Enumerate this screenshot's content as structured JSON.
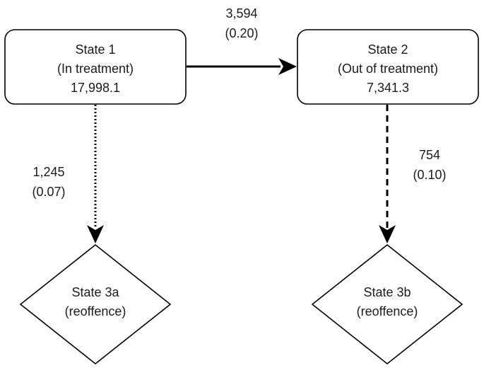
{
  "states": {
    "state1": {
      "title": "State 1",
      "subtitle": "(In treatment)",
      "value": "17,998.1"
    },
    "state2": {
      "title": "State 2",
      "subtitle": "(Out of treatment)",
      "value": "7,341.3"
    },
    "state3a": {
      "title": "State 3a",
      "subtitle": "(reoffence)"
    },
    "state3b": {
      "title": "State 3b",
      "subtitle": "(reoffence)"
    }
  },
  "transitions": {
    "s1_to_s2": {
      "count": "3,594",
      "probability": "(0.20)",
      "line_style": "solid"
    },
    "s1_to_s3a": {
      "count": "1,245",
      "probability": "(0.07)",
      "line_style": "dotted"
    },
    "s2_to_s3b": {
      "count": "754",
      "probability": "(0.10)",
      "line_style": "dashed"
    }
  }
}
